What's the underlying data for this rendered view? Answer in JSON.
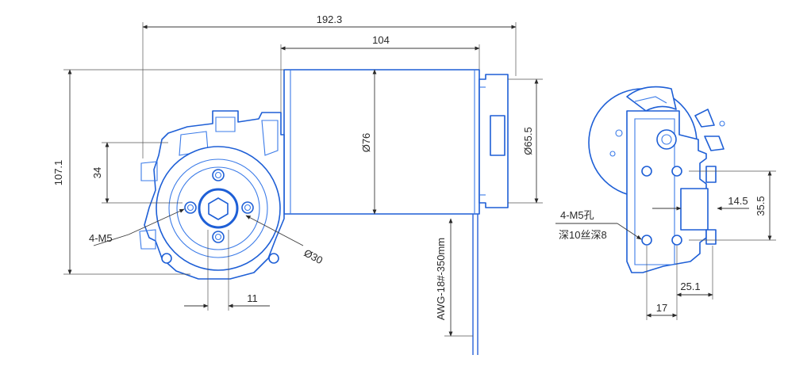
{
  "drawing": {
    "colors": {
      "outline": "#1e5fd6",
      "dimension": "#2a2a2a",
      "background": "#ffffff"
    },
    "dimensions": {
      "overall_length": "192.3",
      "motor_length": "104",
      "overall_height": "107.1",
      "hole_spacing": "34",
      "motor_diameter": "Ø76",
      "flange_diameter": "Ø65.5",
      "pitch_circle": "Ø30",
      "shaft_offset": "11",
      "left_thread": "4-M5",
      "wire_spec": "AWG-18#-350mm",
      "side_offset_a": "14.5",
      "side_height": "35.5",
      "side_width_a": "25.1",
      "side_width_b": "17"
    },
    "notes": {
      "side_thread_line1": "4-M5孔",
      "side_thread_line2": "深10丝深8"
    }
  }
}
